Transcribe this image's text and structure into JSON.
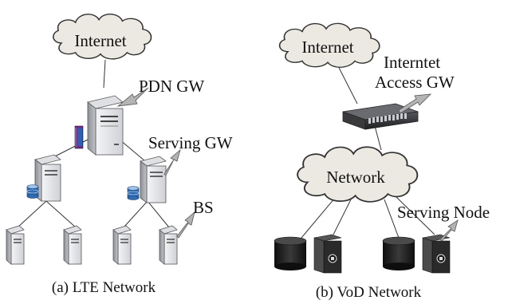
{
  "lte": {
    "internet": "Internet",
    "pdn_gw": "PDN GW",
    "serving_gw": "Serving GW",
    "bs": "BS",
    "caption": "(a) LTE Network"
  },
  "vod": {
    "internet": "Internet",
    "access_gw_line1": "Interntet",
    "access_gw_line2": "Access GW",
    "network": "Network",
    "serving_node": "Serving Node",
    "caption": "(b) VoD Network"
  },
  "colors": {
    "cloud_fill": "#ece9e3",
    "cloud_stroke": "#333333",
    "line": "#333333",
    "arrow_fill": "#b4b4b4",
    "server_front": "#e1e2e6",
    "server_side": "#a9abb1",
    "db_blue": "#2f6cb4",
    "book_purple": "#6b2c8f",
    "book_blue": "#2d5fb3",
    "switch_dark": "#2c2c2e",
    "disk_black": "#1b1b1b"
  }
}
